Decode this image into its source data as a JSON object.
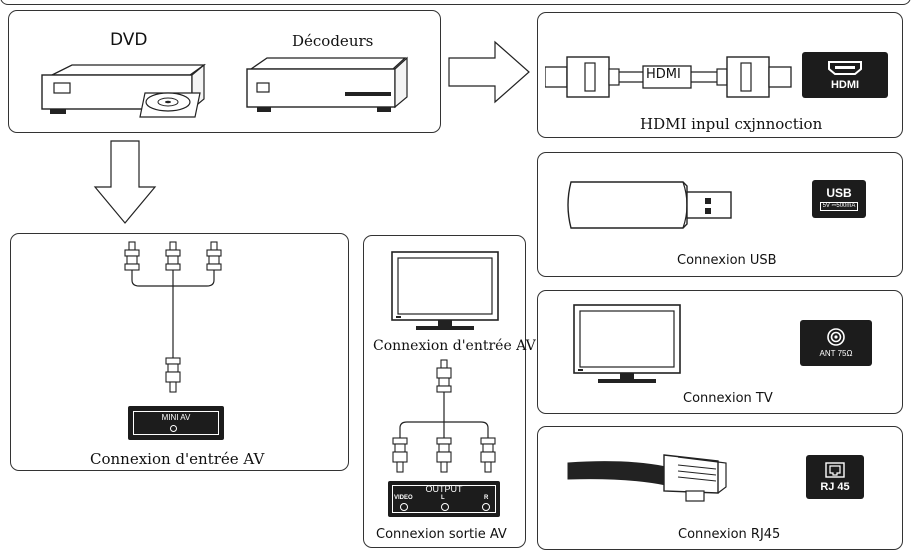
{
  "sources": {
    "dvd_label": "DVD",
    "decoder_label": "Décodeurs"
  },
  "hdmi": {
    "cable_text": "HDMI",
    "port_text": "HDMI",
    "caption": "HDMI inpul cxjnnoction"
  },
  "av_in": {
    "port_text": "MINI AV",
    "caption": "Connexion d'entrée AV"
  },
  "av_out": {
    "tv_caption": "Connexion d'entrée AV",
    "output_title": "OUTPUT",
    "video_text": "VIDEO",
    "l_text": "L",
    "r_text": "R",
    "caption": "Connexion sortie AV"
  },
  "usb": {
    "port_text": "USB",
    "port_sub": "5V ⎓500mA",
    "caption": "Connexion USB"
  },
  "tv": {
    "port_text": "ANT 75Ω",
    "caption": "Connexion TV"
  },
  "rj45": {
    "port_text": "RJ 45",
    "caption": "Connexion RJ45"
  },
  "icons": [
    "dvd-player-icon",
    "decoder-icon",
    "arrow-right-icon",
    "arrow-down-icon",
    "hdmi-cable-icon",
    "hdmi-port-icon",
    "usb-stick-icon",
    "usb-port-icon",
    "tv-icon",
    "antenna-port-icon",
    "ethernet-cable-icon",
    "rj45-port-icon",
    "rca-cable-icon"
  ]
}
